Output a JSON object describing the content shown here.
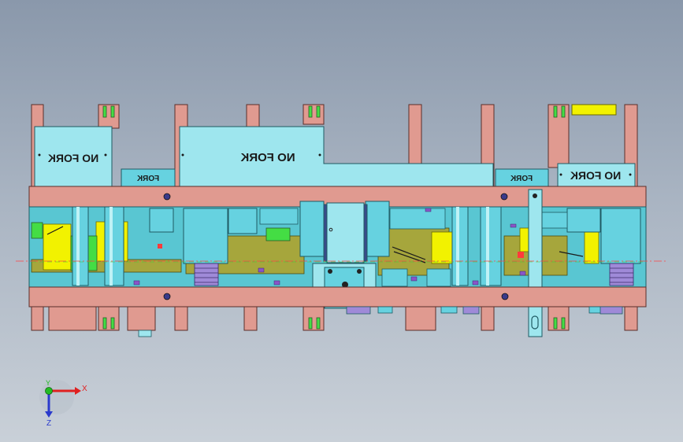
{
  "labels": {
    "no_fork_left": "NO FORK",
    "no_fork_center": "NO FORK",
    "no_fork_right": "NO FORK",
    "fork_left": "FORK",
    "fork_right": "FORK"
  },
  "triad": {
    "x_label": "X",
    "y_label": "Y",
    "z_label": "Z"
  },
  "colors": {
    "plate": "#e09a90",
    "cyan": "#66d2e0",
    "light_cyan": "#9ee6ee",
    "yellow": "#f2f200",
    "olive": "#a6a63c",
    "green": "#44dd44",
    "purple": "#8a55c8",
    "centerline": "#ff4444"
  }
}
